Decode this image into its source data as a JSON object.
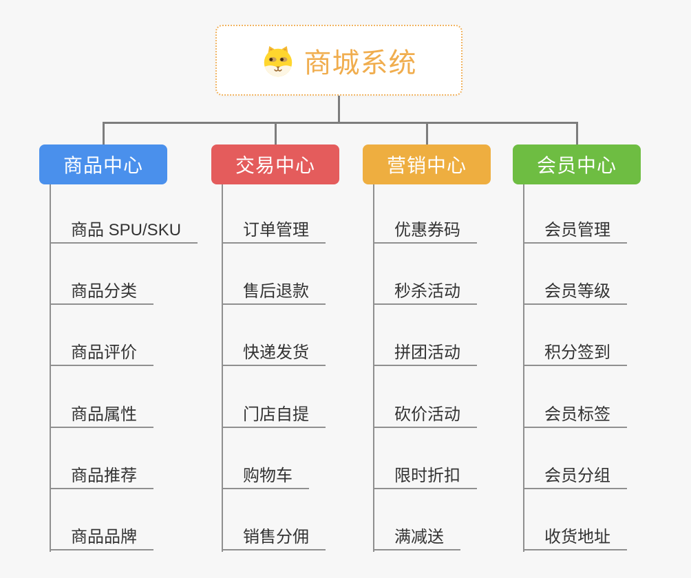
{
  "page": {
    "background": "#f7f7f7",
    "connector_color": "#7d7d7d",
    "leaf_line_color": "#8f8f8f",
    "leaf_text_color": "#333333"
  },
  "root": {
    "title": "商城系统",
    "title_color": "#f0ad4e",
    "border_color": "#f1b35f",
    "icon": "dog-face-icon"
  },
  "branches": [
    {
      "label": "商品中心",
      "color": "#4a90ec",
      "children": [
        "商品 SPU/SKU",
        "商品分类",
        "商品评价",
        "商品属性",
        "商品推荐",
        "商品品牌"
      ]
    },
    {
      "label": "交易中心",
      "color": "#e45c5c",
      "children": [
        "订单管理",
        "售后退款",
        "快递发货",
        "门店自提",
        "购物车",
        "销售分佣"
      ]
    },
    {
      "label": "营销中心",
      "color": "#eeae40",
      "children": [
        "优惠券码",
        "秒杀活动",
        "拼团活动",
        "砍价活动",
        "限时折扣",
        "满减送"
      ]
    },
    {
      "label": "会员中心",
      "color": "#6ebd42",
      "children": [
        "会员管理",
        "会员等级",
        "积分签到",
        "会员标签",
        "会员分组",
        "收货地址"
      ]
    }
  ]
}
